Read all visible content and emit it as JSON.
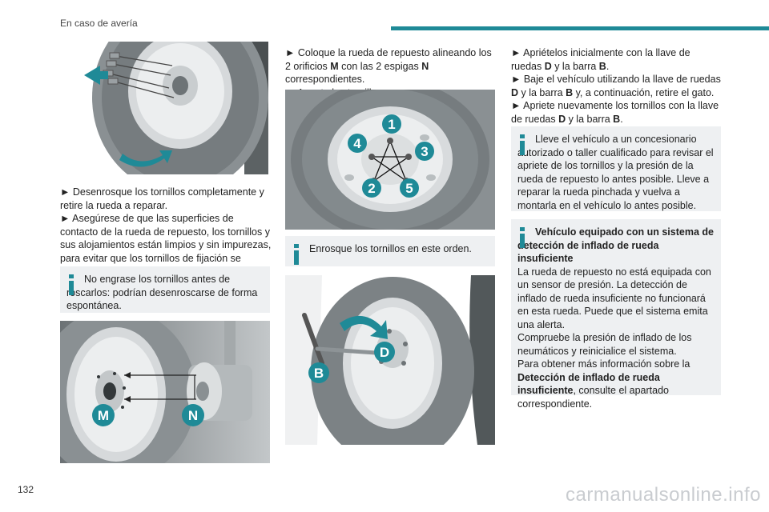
{
  "header": {
    "section": "En caso de avería"
  },
  "colors": {
    "accent": "#1f8a97",
    "note_bg": "#eef0f2",
    "tire": "#7f8588",
    "rim": "#e9ebec"
  },
  "col1": {
    "step1": "► Desenrosque los tornillos completamente y retire la rueda a reparar.",
    "step2": "► Asegúrese de que las superficies de contacto de la rueda de repuesto, los tornillos y sus alojamientos están limpios y sin impurezas, para evitar que los tornillos de fijación se aflojen.",
    "note": "No engrase los tornillos antes de roscarlos: podrían desenroscarse de forma espontánea.",
    "fig2_labels": {
      "m": "M",
      "n": "N"
    }
  },
  "col2": {
    "step1_pre": "► Coloque la rueda de repuesto alineando los 2 orificios ",
    "step1_m": "M",
    "step1_mid": " con las 2 espigas ",
    "step1_n": "N",
    "step1_post": " correspondientes.",
    "step2": "► Apunte los tornillos a mano.",
    "order_labels": [
      "1",
      "2",
      "3",
      "4",
      "5"
    ],
    "note": "Enrosque los tornillos en este orden.",
    "fig2_labels": {
      "d": "D",
      "b": "B"
    }
  },
  "col3": {
    "p1_pre": "► Apriételos inicialmente con la llave de ruedas ",
    "p1_d": "D",
    "p1_mid": " y la barra ",
    "p1_b": "B",
    "p1_post": ".",
    "p2_pre": "► Baje el vehículo utilizando la llave de ruedas ",
    "p2_d": "D",
    "p2_mid": " y la barra ",
    "p2_b": "B",
    "p2_post": " y, a continuación, retire el gato.",
    "p3_pre": "► Apriete nuevamente los tornillos con la llave de ruedas ",
    "p3_d": "D",
    "p3_mid": " y la barra ",
    "p3_b": "B",
    "p3_post": ".",
    "note1": "Lleve el vehículo a un concesionario autorizado o taller cualificado para revisar el apriete de los tornillos y la presión de la rueda de repuesto lo antes posible. Lleve a reparar la rueda pinchada y vuelva a montarla en el vehículo lo antes posible.",
    "note2_title": "Vehículo equipado con un sistema de detección de inflado de rueda insuficiente",
    "note2_body": "La rueda de repuesto no está equipada con un sensor de presión. La detección de inflado de rueda insuficiente no funcionará en esta rueda. Puede que el sistema emita una alerta.",
    "note2_body2": "Compruebe la presión de inflado de los neumáticos y reinicialice el sistema.",
    "note2_body3_pre": "Para obtener más información sobre la ",
    "note2_body3_bold": "Detección de inflado de rueda insuficiente",
    "note2_body3_post": ", consulte el apartado correspondiente."
  },
  "footer": {
    "page_number": "132",
    "watermark": "carmanualsonline.info"
  }
}
